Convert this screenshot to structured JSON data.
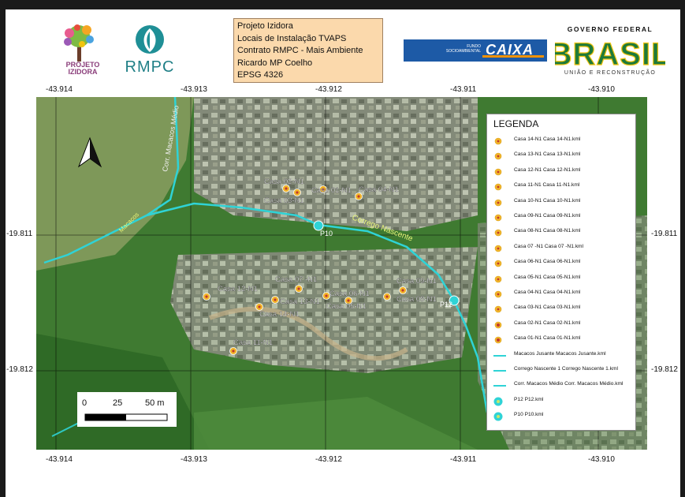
{
  "header": {
    "title_lines": [
      "Projeto Izidora",
      "Locais de Instalação TVAPS",
      "Contrato RMPC - Mais Ambiente",
      "Ricardo MP Coelho",
      "EPSG 4326"
    ],
    "logo_izidora_lines": [
      "PROJETO",
      "IZIDORA"
    ],
    "logo_rmpc": "RMPC",
    "caixa_sub_lines": [
      "FUNDO",
      "SOCIOAMBIENTAL"
    ],
    "caixa_main": "CAIXA",
    "gov_top": "GOVERNO FEDERAL",
    "gov_word": "BRASIL",
    "gov_bottom": "UNIÃO E RECONSTRUÇÃO"
  },
  "axes": {
    "top_ticks": [
      "-43.914",
      "-43.913",
      "-43.912",
      "-43.911",
      "-43.910"
    ],
    "bottom_ticks": [
      "-43.914",
      "-43.913",
      "-43.912",
      "-43.911",
      "-43.910"
    ],
    "left_ticks": [
      "-19.811",
      "-19.812"
    ],
    "right_ticks": [
      "-19.811",
      "-19.812"
    ]
  },
  "map_labels": {
    "points": [
      {
        "label": "Casa 02-N1"
      },
      {
        "label": "Casa 03-N1"
      },
      {
        "label": "Casa 01-N1"
      },
      {
        "label": "Casa 04-N1"
      },
      {
        "label": "Casa 07 -N1"
      },
      {
        "label": "Casa 12-N1"
      },
      {
        "label": "Casa 13-N1"
      },
      {
        "label": "Casa 14-N1"
      },
      {
        "label": "Casa 06-N1"
      },
      {
        "label": "Casa 05-N1"
      },
      {
        "label": "Casa 09-N1"
      },
      {
        "label": "Casa 08-N1"
      },
      {
        "label": "Casa 11-N1"
      }
    ],
    "stations": [
      "P10",
      "P12"
    ],
    "streams": [
      "Corr. Macacos Médio",
      "Corrego Nascente",
      "Macacos"
    ]
  },
  "legend": {
    "title": "LEGENDA",
    "items": [
      {
        "label": "Casa 14-N1 Casa 14-N1.kml",
        "kind": "point"
      },
      {
        "label": "Casa 13-N1 Casa 13-N1.kml",
        "kind": "point"
      },
      {
        "label": "Casa 12-N1 Casa 12-N1.kml",
        "kind": "point"
      },
      {
        "label": "Casa 11-N1 Casa 11-N1.kml",
        "kind": "point"
      },
      {
        "label": "Casa 10-N1 Casa 10-N1.kml",
        "kind": "point"
      },
      {
        "label": "Casa 09-N1 Casa 09-N1.kml",
        "kind": "point"
      },
      {
        "label": "Casa 08-N1 Casa 08-N1.kml",
        "kind": "point"
      },
      {
        "label": "Casa 07 -N1 Casa 07 -N1.kml",
        "kind": "point"
      },
      {
        "label": "Casa 06-N1 Casa 06-N1.kml",
        "kind": "point"
      },
      {
        "label": "Casa 05-N1 Casa 05-N1.kml",
        "kind": "point"
      },
      {
        "label": "Casa 04-N1 Casa 04-N1.kml",
        "kind": "point"
      },
      {
        "label": "Casa 03-N1 Casa 03-N1.kml",
        "kind": "point"
      },
      {
        "label": "Casa 02-N1 Casa 02-N1.kml",
        "kind": "point-red"
      },
      {
        "label": "Casa  01-N1 Casa  01-N1.kml",
        "kind": "point-red"
      },
      {
        "label": "Macacos Jusante Macacos Jusante.kml",
        "kind": "line"
      },
      {
        "label": "Corrego Nascente 1 Corrego Nascente 1.kml",
        "kind": "line"
      },
      {
        "label": "Corr. Macacos Médio Corr. Macacos Médio.kml",
        "kind": "line"
      },
      {
        "label": "P12 P12.kml",
        "kind": "station"
      },
      {
        "label": "P10 P10.kml",
        "kind": "station"
      }
    ]
  },
  "scale": {
    "labels": [
      "0",
      "25",
      "50 m"
    ]
  },
  "colors": {
    "stream": "#2fd3d6",
    "point_fill": "#f2b52b",
    "point_center": "#c0392b",
    "vegetation": "#3f7a31",
    "urban": "#8f8d86",
    "title_bg": "#fbd9ac",
    "caixa_blue": "#1d5aa6"
  }
}
